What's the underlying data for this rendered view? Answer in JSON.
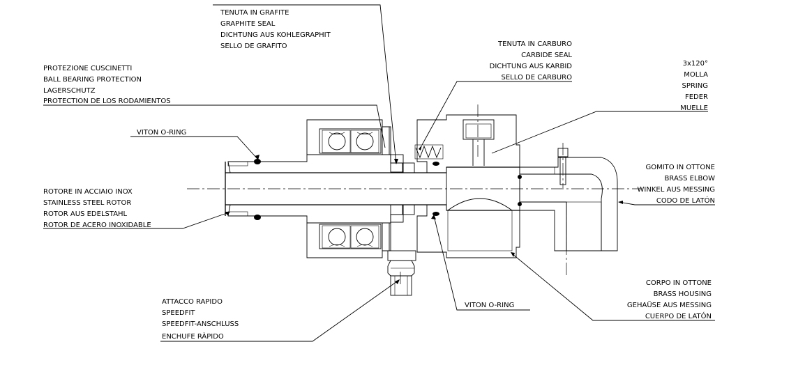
{
  "labels": {
    "graphite_seal": [
      "TENUTA IN GRAFITE",
      "GRAPHITE  SEAL",
      "DICHTUNG AUS KOHLEGRAPHIT",
      "SELLO DE GRAFITO"
    ],
    "carbide_seal": [
      "TENUTA IN CARBURO",
      "CARBIDE SEAL",
      "DICHTUNG AUS KARBID",
      "SELLO DE CARBURO"
    ],
    "spring": [
      "3x120°",
      "MOLLA",
      "SPRING",
      "FEDER",
      "MUELLE"
    ],
    "bearing_protection": [
      "PROTEZIONE CUSCINETTI",
      "BALL BEARING PROTECTION",
      "LAGERSCHUTZ",
      "PROTECTION DE LOS RODAMIENTOS"
    ],
    "viton_oring_top": [
      "VITON O-RING"
    ],
    "rotor": [
      "ROTORE IN ACCIAIO INOX",
      "STAINLESS STEEL ROTOR",
      "ROTOR AUS EDELSTAHL",
      "ROTOR DE ACERO INOXIDABLE"
    ],
    "elbow": [
      "GOMITO IN OTTONE",
      "BRASS ELBOW",
      "WINKEL AUS MESSING",
      "CODO DE LATÓN"
    ],
    "housing": [
      "CORPO IN OTTONE",
      "BRASS HOUSING",
      "GEHAÜSE AUS MESSING",
      "CUERPO DE LATÓN"
    ],
    "speedfit": [
      "ATTACCO RAPIDO",
      "SPEEDFIT",
      "SPEEDFIT-ANSCHLUSS",
      "ENCHUFE RÀPIDO"
    ],
    "viton_oring_bottom": [
      "VITON O-RING"
    ]
  }
}
